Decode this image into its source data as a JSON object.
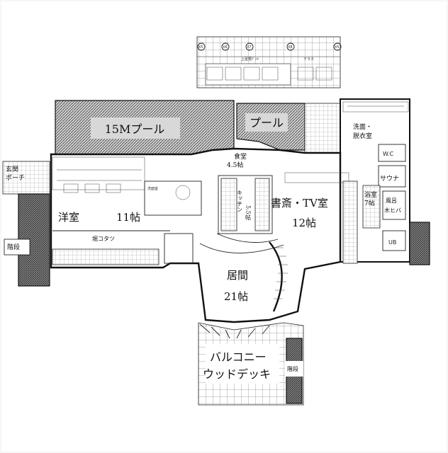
{
  "labels": {
    "pool_15m": "15Mプール",
    "pool": "プール",
    "dining": "食堂",
    "dining_size": "4.5帖",
    "entrance_l1": "玄関",
    "entrance_l2": "ポーチ",
    "western_room": "洋室",
    "western_room_size": "11帖",
    "kotatsu": "堀コタツ",
    "stairs_left": "階段",
    "kitchen": "キッチン",
    "kitchen_size": "5.5帖",
    "study": "書斎・TV室",
    "study_size": "12帖",
    "living": "居間",
    "living_size": "21帖",
    "balcony": "バルコニー",
    "wood_deck": "ウッドデッキ",
    "stairs_balcony": "階段",
    "washroom_l1": "洗面・",
    "washroom_l2": "脱衣室",
    "wc": "W.C",
    "sauna": "サウナ",
    "bathroom_l1": "浴室",
    "bathroom_l2": "7帖",
    "bath_l1": "風呂",
    "bath_l2": "木ヒバ",
    "ub": "UB",
    "terrace": "テラス",
    "upper_deck": "上屋根ﾃﾞｯｷ",
    "washroom_small": "洗面室",
    "axis_x5a": "X5",
    "axis_x6": "X6",
    "axis_x7": "X7",
    "axis_x8": "X8",
    "axis_x5b": "X5"
  }
}
